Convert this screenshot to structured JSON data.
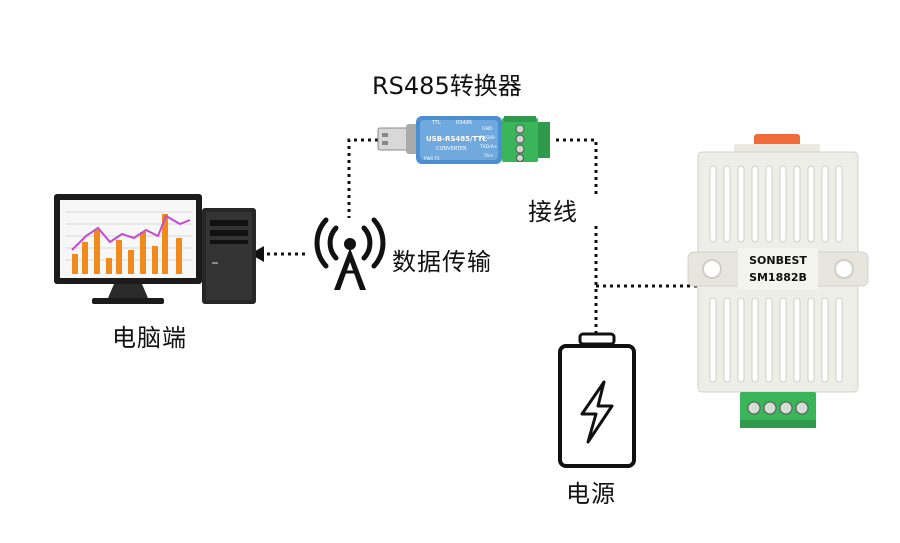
{
  "title": "RS485转换器",
  "labels": {
    "computer": "电脑端",
    "wireless": "数据传输",
    "wiring": "接线",
    "power": "电源"
  },
  "converter": {
    "top_left": "TTL",
    "top_right": "RS485",
    "usb_side": "USB",
    "main": "USB-RS485/TTL",
    "sub": "CONVERTER",
    "pins": [
      "GND",
      "RXD/B-",
      "TXD/A+",
      "5V+"
    ],
    "leds": "PWR  TX"
  },
  "sensor": {
    "brand": "SONBEST",
    "model": "SM1882B"
  },
  "colors": {
    "line": "#111111",
    "terminal_green": "#3bb55a",
    "sensor_cap": "#f06a3a",
    "sensor_body": "#eeeee8",
    "chart_orange": "#f08a1c",
    "chart_line": "#c44bd0",
    "converter_blue": "#3f86c8"
  }
}
